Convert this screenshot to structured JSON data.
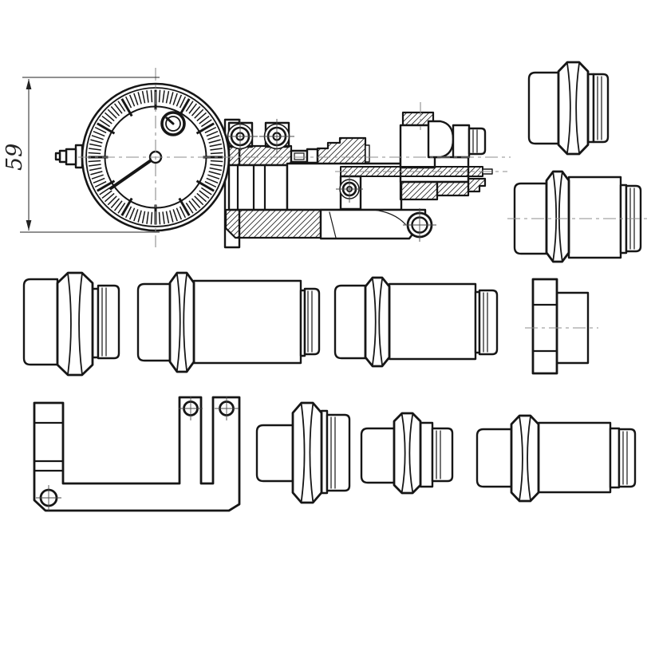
{
  "page": {
    "background": "#ffffff"
  },
  "drawing": {
    "ink_color": "#161616",
    "centerline_color": "#8d8d8d",
    "dimension": {
      "label": "59"
    },
    "parts": [
      {
        "id": "dial-indicator",
        "label": "dial indicator"
      },
      {
        "id": "indicator-carriage",
        "label": "indicator carriage body"
      },
      {
        "id": "measuring-rod",
        "label": "measuring rod"
      },
      {
        "id": "clamp-head",
        "label": "clamp head"
      },
      {
        "id": "support-bracket",
        "label": "support bracket"
      },
      {
        "id": "adapter-top-small",
        "label": "threaded adapter"
      },
      {
        "id": "adapter-top-large",
        "label": "threaded adapter"
      },
      {
        "id": "adapter-mid-1",
        "label": "threaded adapter"
      },
      {
        "id": "adapter-mid-2",
        "label": "extension adapter"
      },
      {
        "id": "adapter-mid-3",
        "label": "extension adapter"
      },
      {
        "id": "adapter-mid-4",
        "label": "hex bushing"
      },
      {
        "id": "adapter-bot-1",
        "label": "threaded adapter"
      },
      {
        "id": "adapter-bot-2",
        "label": "threaded adapter"
      },
      {
        "id": "adapter-bot-3",
        "label": "threaded adapter"
      }
    ]
  }
}
